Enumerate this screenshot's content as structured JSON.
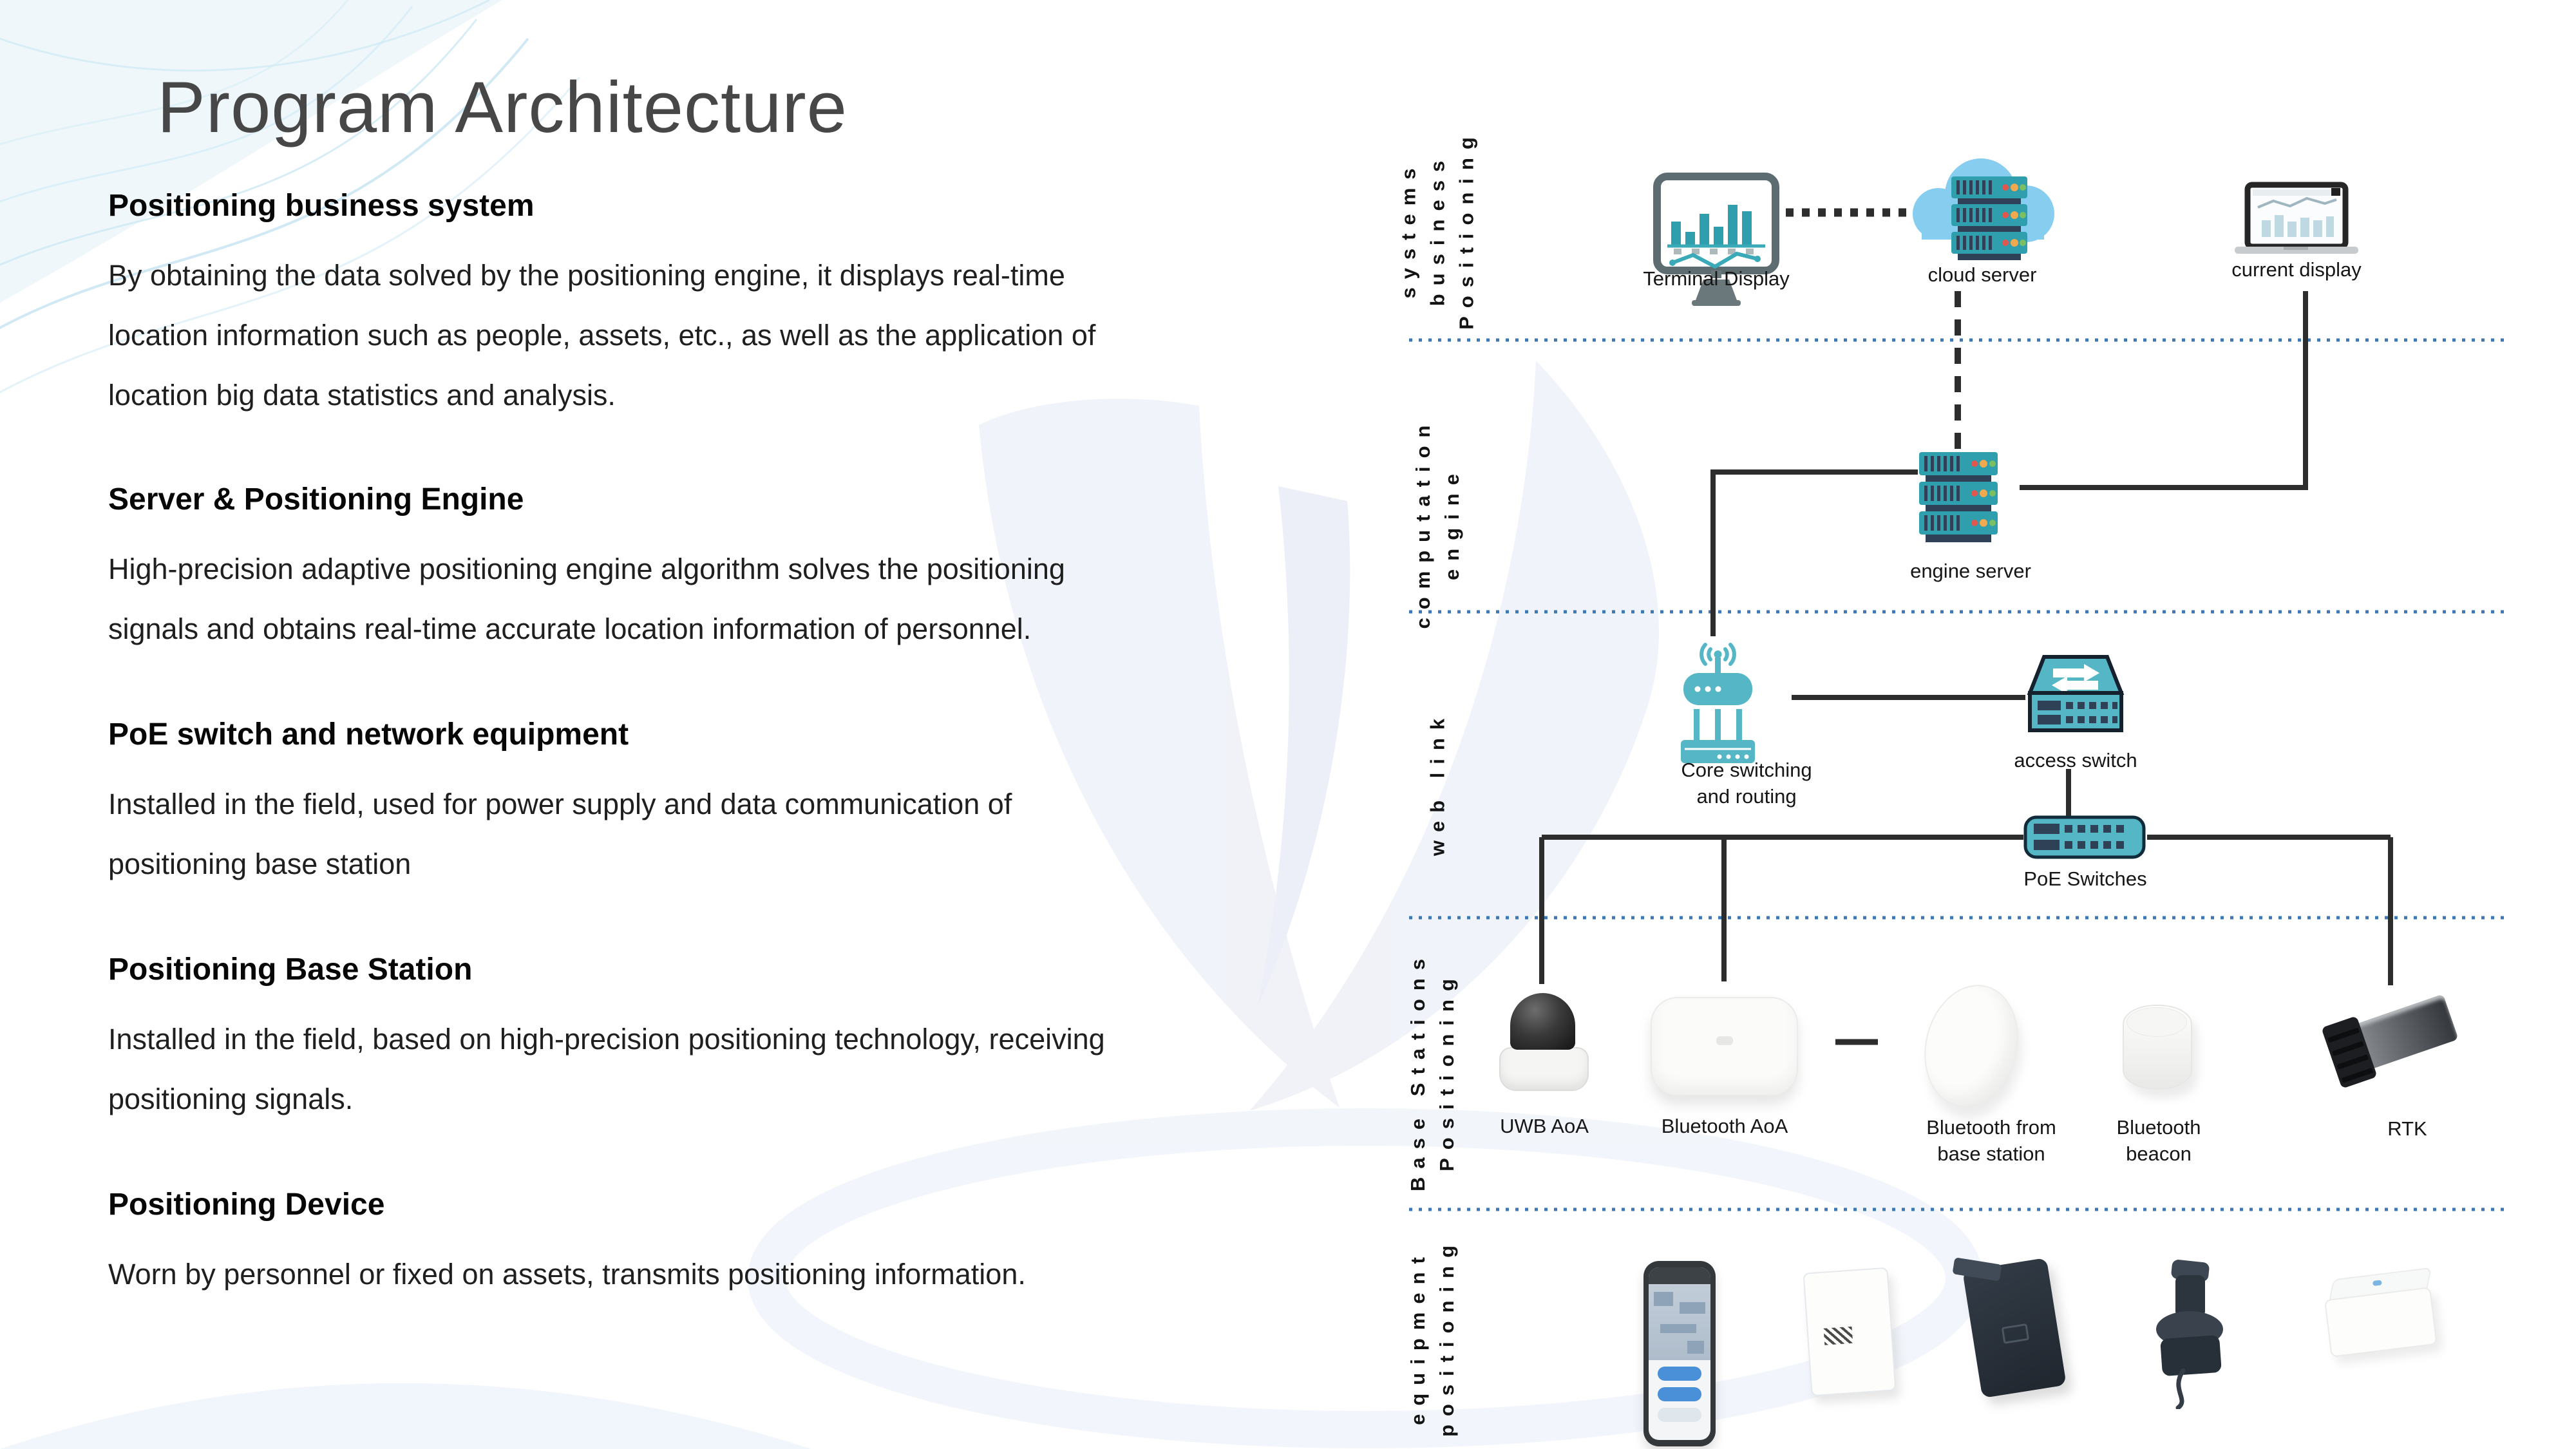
{
  "palette": {
    "accent-teal": "#55b6c6",
    "server-teal": "#2f9fae",
    "navy": "#2e4156",
    "cloud-blue": "#86cdf0",
    "line-dark": "#2d2d2d",
    "separator-blue": "#3b78b5",
    "title-gray": "#474747",
    "status-red": "#e0574d",
    "status-orange": "#f0a94f",
    "status-green": "#7cbf62",
    "watermark-blue": "#e4e9f4"
  },
  "title": "Program Architecture",
  "sections": [
    {
      "heading": "Positioning business system",
      "lines": [
        "By obtaining the data solved by the positioning engine, it displays real-time",
        "location information such as people, assets, etc., as well as the application of",
        "location big data statistics and analysis."
      ]
    },
    {
      "heading": "Server & Positioning Engine",
      "lines": [
        "High-precision adaptive positioning engine algorithm solves the positioning",
        "signals and obtains real-time accurate location information of personnel."
      ]
    },
    {
      "heading": "PoE switch and network equipment",
      "lines": [
        "Installed in the field, used for power supply and data communication of",
        "positioning base station"
      ]
    },
    {
      "heading": "Positioning Base Station",
      "lines": [
        "Installed in the field, based on high-precision positioning technology, receiving",
        "positioning signals."
      ]
    },
    {
      "heading": "Positioning Device",
      "lines": [
        "Worn by personnel or fixed on assets, transmits positioning information."
      ]
    }
  ],
  "diagram": {
    "layers": [
      {
        "label_lines": [
          "Positioning",
          "business",
          "systems"
        ]
      },
      {
        "label_lines": [
          "engine",
          "computation"
        ]
      },
      {
        "label_lines": [
          "web link"
        ]
      },
      {
        "label_lines": [
          "Positioning",
          "Base Stations"
        ]
      },
      {
        "label_lines": [
          "positioning",
          "equipment"
        ]
      }
    ],
    "nodes": {
      "terminal_display": {
        "label": "Terminal Display"
      },
      "cloud_server": {
        "label": "cloud server"
      },
      "current_display": {
        "label": "current display"
      },
      "engine_server": {
        "label": "engine server"
      },
      "core_switching": {
        "label_lines": [
          "Core switching",
          "and routing"
        ]
      },
      "access_switch": {
        "label": "access switch"
      },
      "poe_switches": {
        "label": "PoE Switches"
      },
      "uwb_aoa": {
        "label": "UWB AoA"
      },
      "bluetooth_aoa": {
        "label": "Bluetooth AoA"
      },
      "bluetooth_base": {
        "label_lines": [
          "Bluetooth from",
          "base station"
        ]
      },
      "bluetooth_beacon": {
        "label_lines": [
          "Bluetooth",
          "beacon"
        ]
      },
      "rtk": {
        "label": "RTK"
      }
    }
  }
}
